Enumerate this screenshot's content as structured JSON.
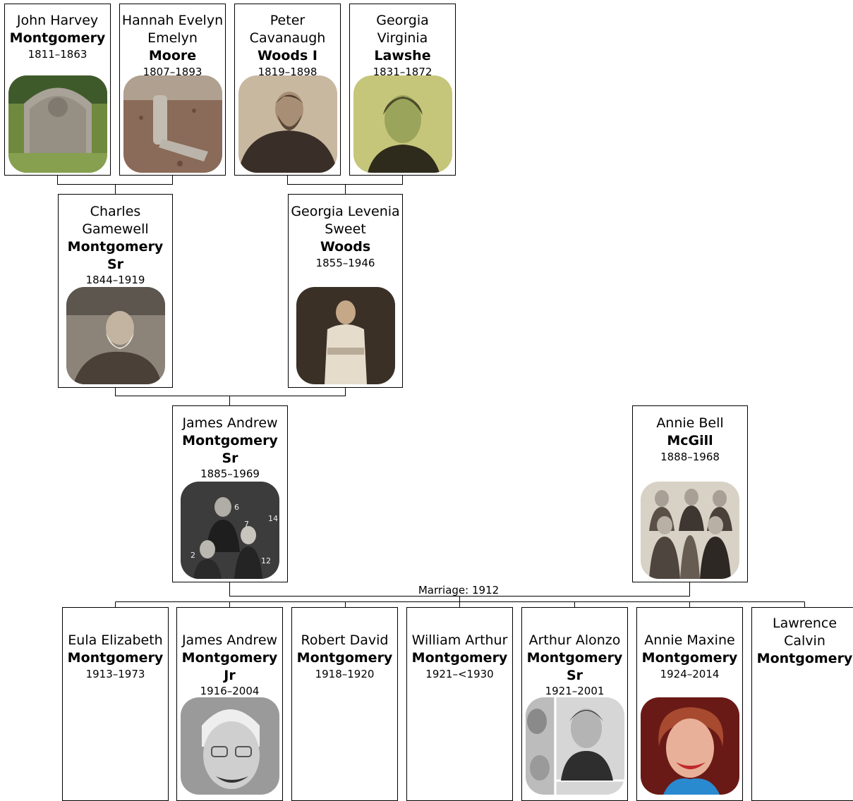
{
  "people": {
    "jhm": {
      "given": "John Harvey",
      "surname": "Montgomery",
      "suffix": "",
      "dates": "1811–1863",
      "photo": "gravestone-photo"
    },
    "hem": {
      "given": "Hannah Evelyn Emelyn",
      "surname": "Moore",
      "suffix": "",
      "dates": "1807–1893",
      "photo": "grave-marker-photo"
    },
    "pcw": {
      "given": "Peter Cavanaugh",
      "surname": "Woods I",
      "suffix": "",
      "dates": "1819–1898",
      "photo": "bearded-man-portrait"
    },
    "gvl": {
      "given": "Georgia Virginia",
      "surname": "Lawshe",
      "suffix": "",
      "dates": "1831–1872",
      "photo": "woman-portrait"
    },
    "cgm": {
      "given": "Charles Gamewell",
      "surname": "Montgomery",
      "suffix": "Sr",
      "dates": "1844–1919",
      "photo": "elderly-man-portrait"
    },
    "glw": {
      "given": "Georgia Levenia Sweet",
      "surname": "Woods",
      "suffix": "",
      "dates": "1855–1946",
      "photo": "elderly-woman-portrait"
    },
    "jam": {
      "given": "James Andrew",
      "surname": "Montgomery",
      "suffix": "Sr",
      "dates": "1885–1969",
      "photo": "family-group-photo",
      "labels": [
        "6",
        "7",
        "14",
        "2",
        "12"
      ]
    },
    "abm": {
      "given": "Annie Bell",
      "surname": "McGill",
      "suffix": "",
      "dates": "1888–1968",
      "photo": "group-portrait"
    },
    "eem": {
      "given": "Eula Elizabeth",
      "surname": "Montgomery",
      "suffix": "",
      "dates": "1913–1973"
    },
    "jamj": {
      "given": "James Andrew",
      "surname": "Montgomery",
      "suffix": "Jr",
      "dates": "1916–2004",
      "photo": "smiling-man-portrait"
    },
    "rdm": {
      "given": "Robert David",
      "surname": "Montgomery",
      "suffix": "",
      "dates": "1918–1920"
    },
    "wam": {
      "given": "William Arthur",
      "surname": "Montgomery",
      "suffix": "",
      "dates": "1921–<1930"
    },
    "aam": {
      "given": "Arthur Alonzo",
      "surname": "Montgomery",
      "suffix": "Sr",
      "dates": "1921–2001",
      "photo": "yearbook-photo"
    },
    "amm": {
      "given": "Annie Maxine",
      "surname": "Montgomery",
      "suffix": "",
      "dates": "1924–2014",
      "photo": "smiling-woman-portrait"
    },
    "lcm": {
      "given": "Lawrence Calvin",
      "surname": "Montgomery",
      "suffix": "",
      "dates": ""
    }
  },
  "marriage": {
    "label": "Marriage: 1912"
  }
}
